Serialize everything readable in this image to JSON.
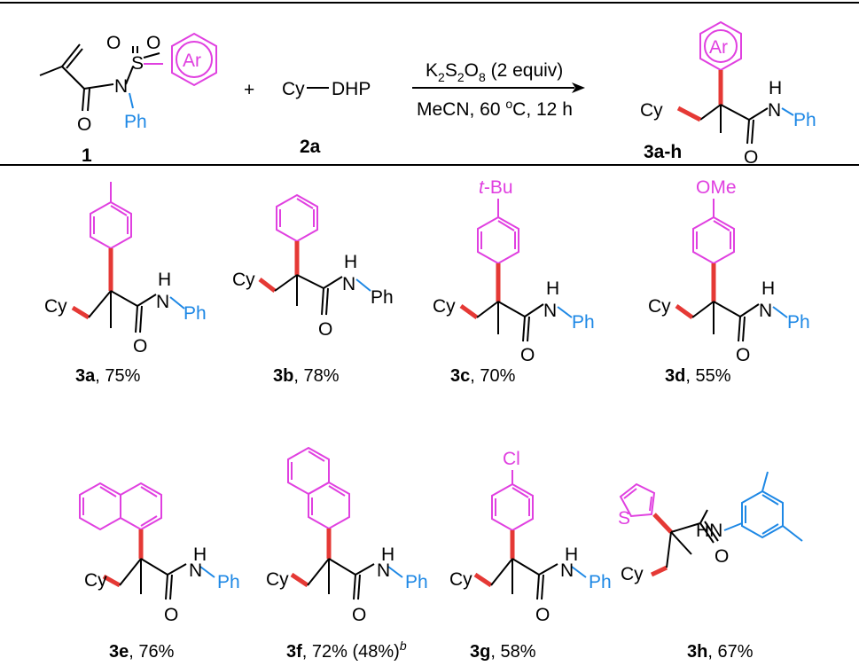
{
  "scheme": {
    "reagent_1": {
      "label": "1",
      "ring_label": "Ar",
      "n_label": "N",
      "s_label": "S",
      "o_label": "O",
      "ph_label": "Ph"
    },
    "plus": "+",
    "reagent_2a": {
      "label": "2a",
      "text_left": "Cy",
      "text_right": "DHP"
    },
    "conditions": {
      "line1_prefix": "K",
      "line1_sub1": "2",
      "line1_mid": "S",
      "line1_sub2": "2",
      "line1_mid2": "O",
      "line1_sub3": "8",
      "line1_suffix": " (2 equiv)",
      "line2_prefix": "MeCN, 60 ",
      "line2_sup": "o",
      "line2_suffix": "C, 12 h"
    },
    "product": {
      "label": "3a-h",
      "ring_label": "Ar",
      "cy": "Cy",
      "nh": "H",
      "n": "N",
      "o": "O",
      "ph": "Ph"
    }
  },
  "compounds": [
    {
      "id": "3a",
      "yield": ", 75%",
      "substituent": ""
    },
    {
      "id": "3b",
      "yield": ", 78%",
      "substituent": ""
    },
    {
      "id": "3c",
      "yield": ", 70%",
      "substituent_italic": "t",
      "substituent": "-Bu"
    },
    {
      "id": "3d",
      "yield": ", 55%",
      "substituent": "OMe"
    },
    {
      "id": "3e",
      "yield": ", 76%",
      "substituent": ""
    },
    {
      "id": "3f",
      "yield": ", 72% (48%)",
      "footnote": "b",
      "substituent": ""
    },
    {
      "id": "3g",
      "yield": ", 58%",
      "substituent": "Cl"
    },
    {
      "id": "3h",
      "yield": ", 67%",
      "substituent": "S",
      "nh_label": "HN"
    }
  ],
  "atoms": {
    "cy": "Cy",
    "n": "N",
    "h": "H",
    "o": "O",
    "ph": "Ph"
  },
  "colors": {
    "aryl": "#e040e0",
    "amide_aryl": "#1e88e5",
    "new_bond": "#e53935",
    "rule": "#000000"
  }
}
